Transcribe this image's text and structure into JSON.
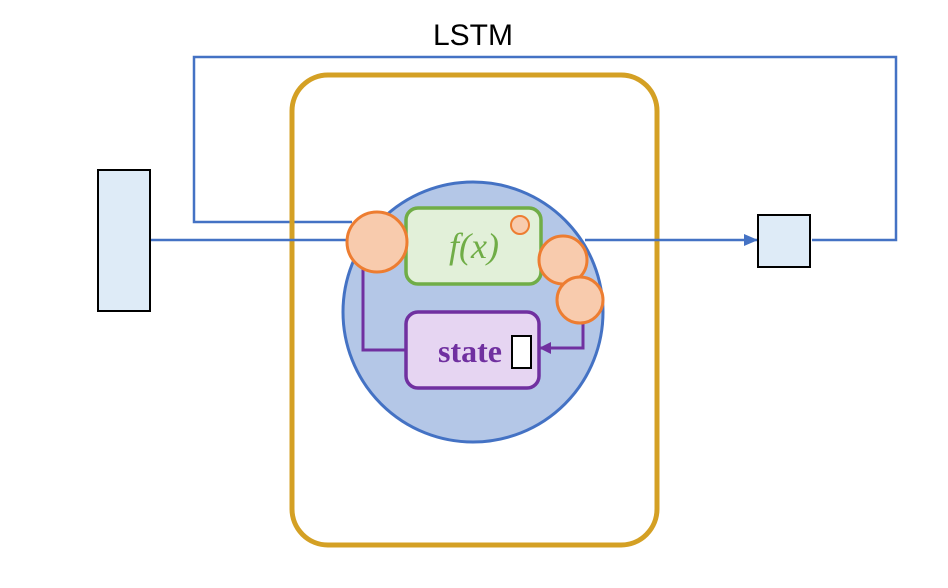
{
  "diagram": {
    "title": "LSTM",
    "function_label": "f(x)",
    "state_label": "state"
  },
  "colors": {
    "connection_blue": "#4472C4",
    "cell_frame_gold": "#D4A024",
    "core_fill": "#B4C7E7",
    "gate_fill": "#F8CBAD",
    "gate_stroke": "#ED7D31",
    "function_fill": "#E2F0D9",
    "function_stroke": "#70AD47",
    "state_fill": "#E6D5F2",
    "state_stroke": "#7030A0",
    "io_box_fill": "#DEEBF7"
  }
}
